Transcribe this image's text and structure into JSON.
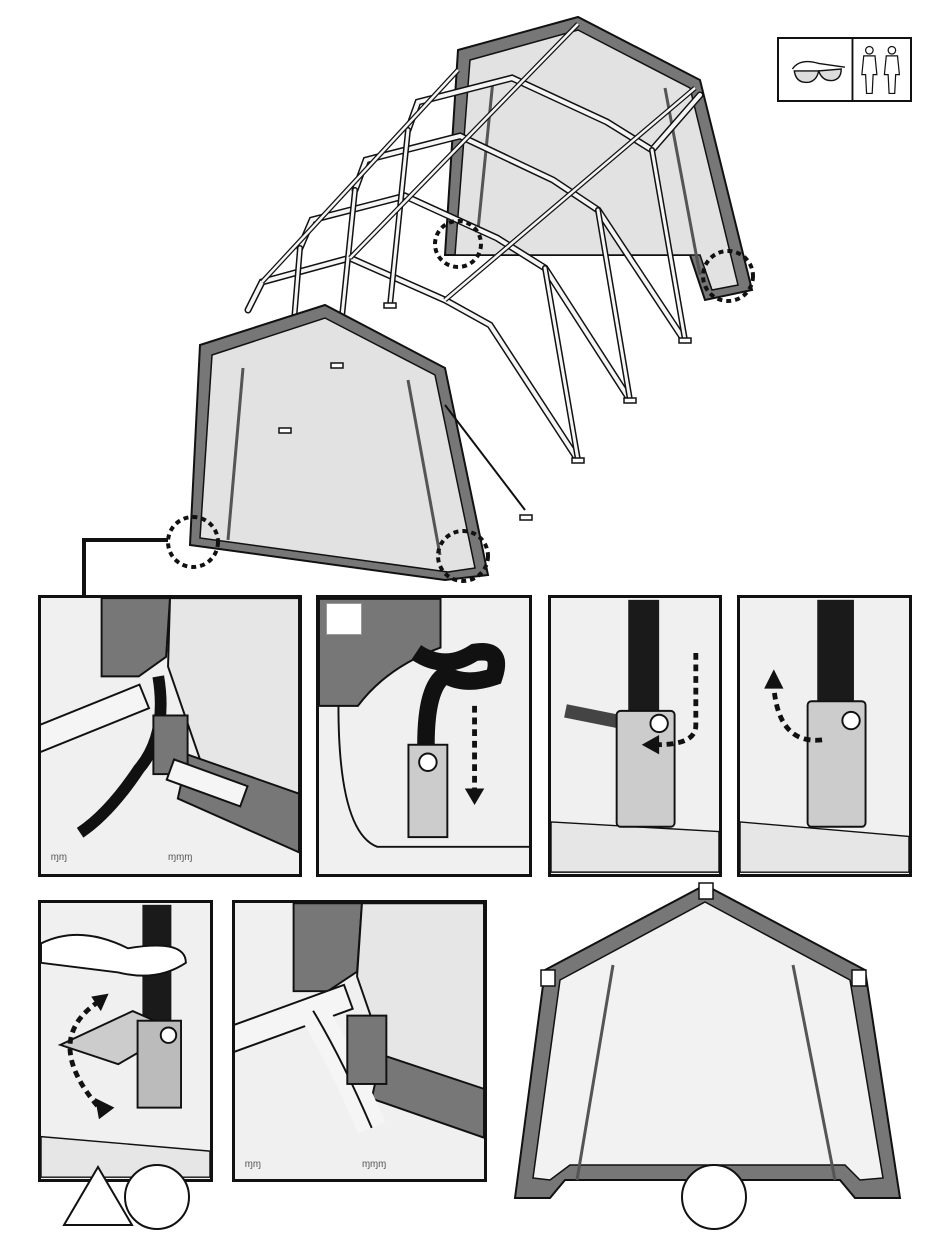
{
  "colors": {
    "fabric_dark": "#777777",
    "fabric_light": "#e0e0e0",
    "frame": "#f5f5f5",
    "outline": "#111111",
    "panel_bg": "#f0f0f0",
    "strap": "#1a1a1a"
  },
  "icons": {
    "safety_glasses": "safety-glasses-icon",
    "two_people": "two-people-icon",
    "arrow": "dashed-arrow-icon",
    "warning": "warning-triangle-icon"
  },
  "panels": [
    "anchor-overview",
    "strap-thread",
    "ratchet-feed",
    "ratchet-pull",
    "ratchet-tighten",
    "anchor-secured",
    "end-panel-front"
  ]
}
